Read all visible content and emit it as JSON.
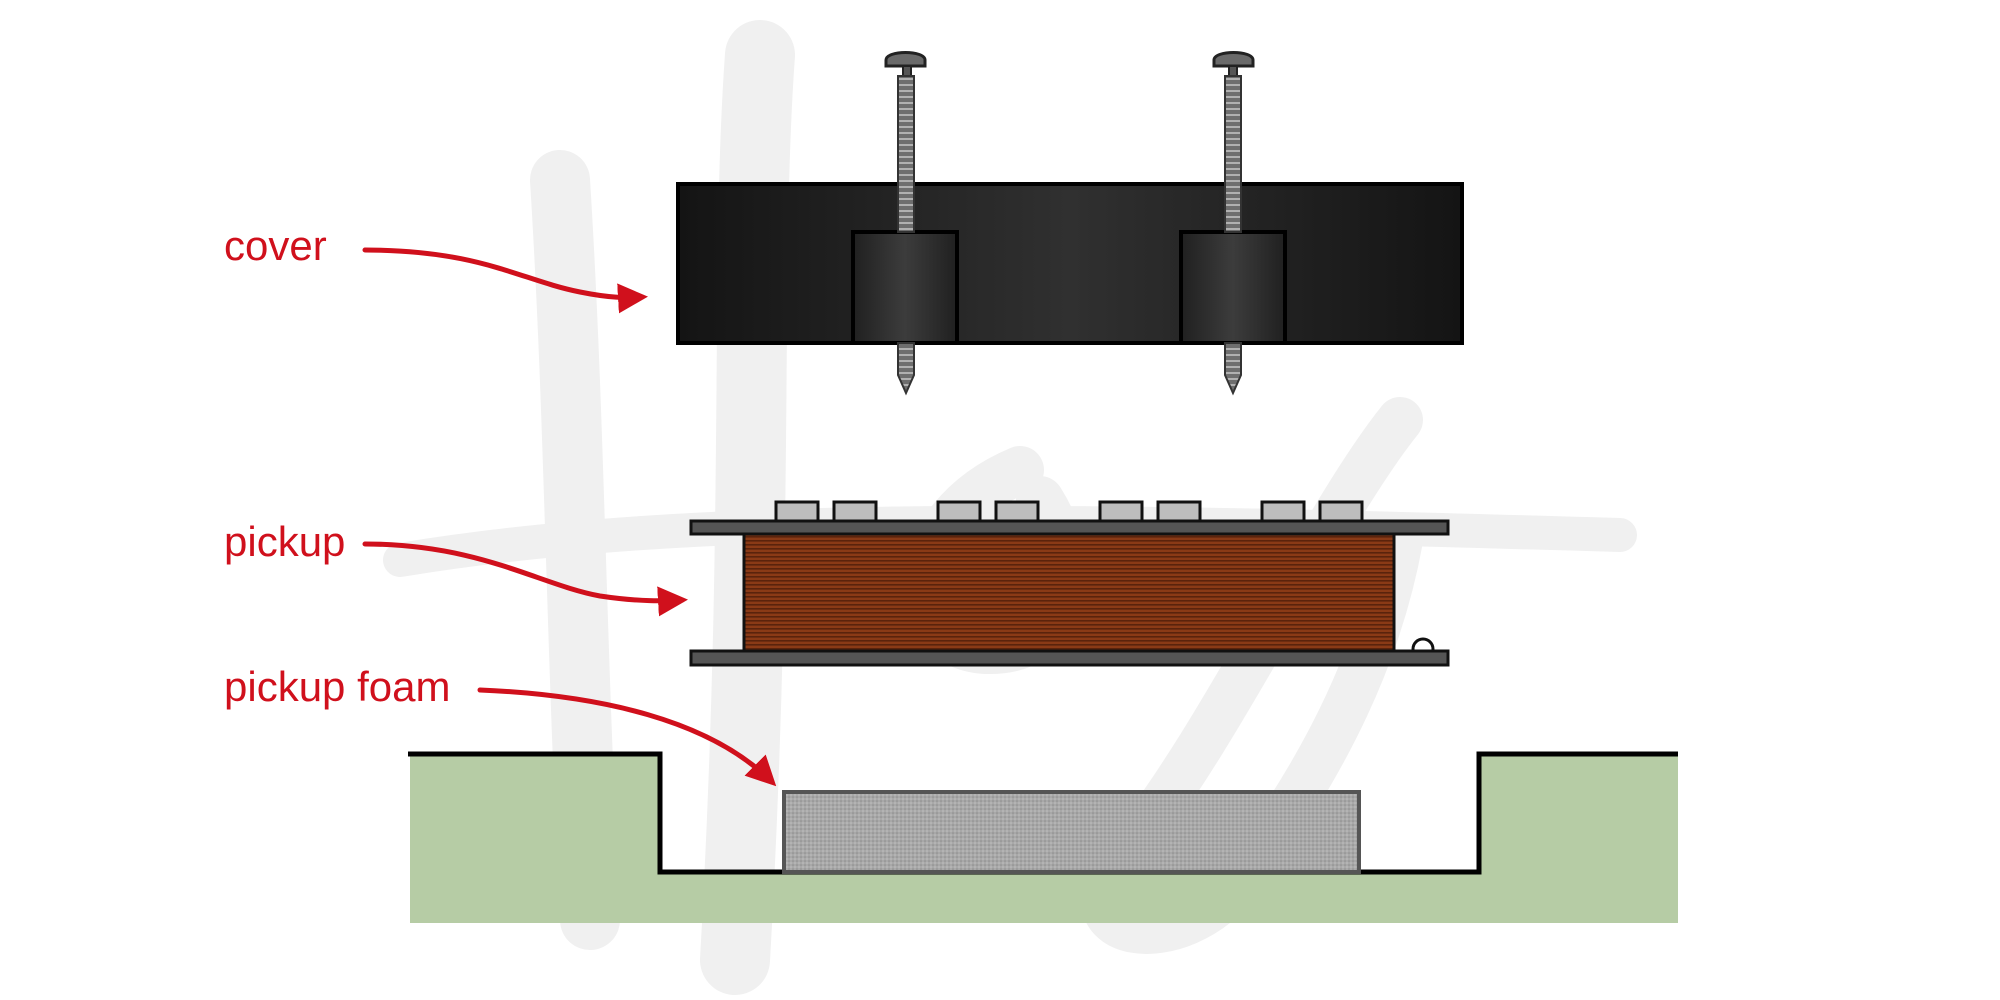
{
  "labels": {
    "cover": "cover",
    "pickup": "pickup",
    "pickup_foam": "pickup foam"
  },
  "colors": {
    "label_red": "#d0101c",
    "cover": "#2a2a2a",
    "coil": "#8a3a16",
    "plate": "#555555",
    "pole": "#bdbdbd",
    "foam": "#a9a9a9",
    "body_wood": "#b6cca5",
    "screw": "#7a7a7a",
    "watermark": "#f2f2f2"
  },
  "icons": {
    "watermark": "handwritten-logo-icon",
    "screw": "screw-icon",
    "arrow": "curved-arrow-icon"
  }
}
